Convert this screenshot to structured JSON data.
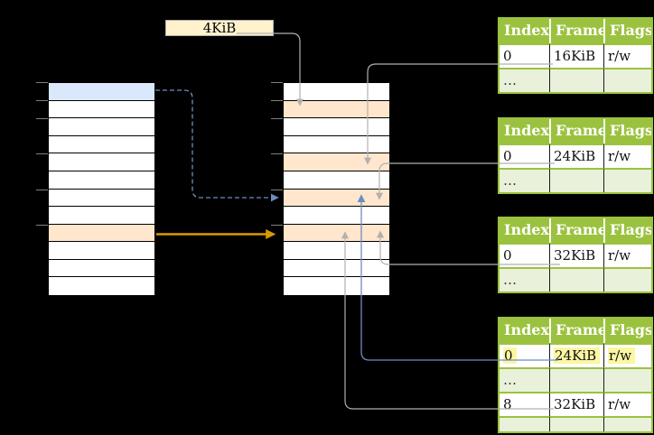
{
  "page_size_label": "4KiB",
  "colors": {
    "green_header": "#9BC23E",
    "green_light": "#E9F1DB",
    "orange_light": "#FFE6CC",
    "blue_light": "#DAE8FC",
    "cream": "#FFF2CC",
    "cream_border": "#AFAFAF",
    "highlight_yellow": "#FBF6A3",
    "arrow_gray": "#B0B0B0",
    "arrow_blue": "#6C8EBF",
    "arrow_orange": "#D79B00",
    "tick_gray": "#808080"
  },
  "memory": {
    "left_rows": [
      "blue",
      "white",
      "white",
      "white",
      "white",
      "white",
      "white",
      "white",
      "orange",
      "white",
      "white",
      "white"
    ],
    "middle_rows": [
      "white",
      "orange",
      "white",
      "white",
      "orange",
      "white",
      "orange",
      "white",
      "orange",
      "white",
      "white",
      "white"
    ],
    "tick_boundaries": [
      0,
      1,
      2,
      4,
      6,
      8
    ]
  },
  "page_tables": [
    {
      "columns": [
        "Index",
        "Frame",
        "Flags"
      ],
      "rows": [
        {
          "cells": [
            "0",
            "16KiB",
            "r/w"
          ],
          "shaded": false,
          "highlight": false
        },
        {
          "cells": [
            "…",
            "",
            ""
          ],
          "shaded": true,
          "highlight": false
        }
      ]
    },
    {
      "columns": [
        "Index",
        "Frame",
        "Flags"
      ],
      "rows": [
        {
          "cells": [
            "0",
            "24KiB",
            "r/w"
          ],
          "shaded": false,
          "highlight": false
        },
        {
          "cells": [
            "…",
            "",
            ""
          ],
          "shaded": true,
          "highlight": false
        }
      ]
    },
    {
      "columns": [
        "Index",
        "Frame",
        "Flags"
      ],
      "rows": [
        {
          "cells": [
            "0",
            "32KiB",
            "r/w"
          ],
          "shaded": false,
          "highlight": false
        },
        {
          "cells": [
            "…",
            "",
            ""
          ],
          "shaded": true,
          "highlight": false
        }
      ]
    },
    {
      "columns": [
        "Index",
        "Frame",
        "Flags"
      ],
      "rows": [
        {
          "cells": [
            "0",
            "24KiB",
            "r/w"
          ],
          "shaded": false,
          "highlight": true
        },
        {
          "cells": [
            "…",
            "",
            ""
          ],
          "shaded": true,
          "highlight": false
        },
        {
          "cells": [
            "8",
            "32KiB",
            "r/w"
          ],
          "shaded": false,
          "highlight": false
        },
        {
          "cells": [
            "…",
            "",
            ""
          ],
          "shaded": true,
          "highlight": false
        }
      ]
    }
  ]
}
